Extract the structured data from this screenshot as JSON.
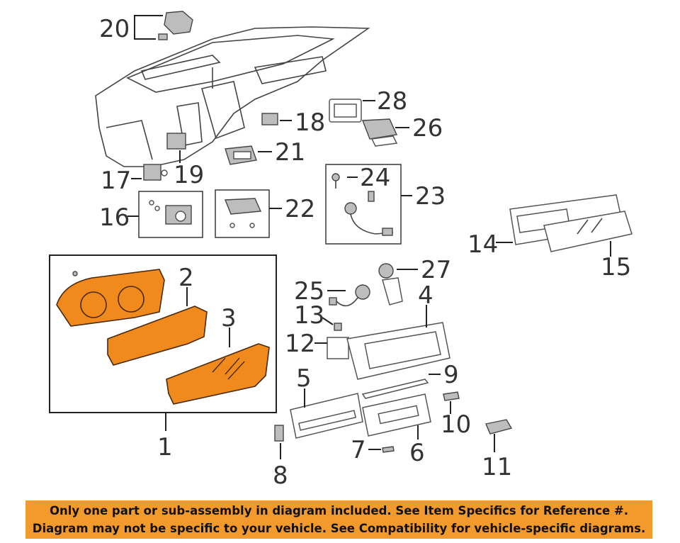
{
  "callouts": {
    "c1": "1",
    "c2": "2",
    "c3": "3",
    "c4": "4",
    "c5": "5",
    "c6": "6",
    "c7": "7",
    "c8": "8",
    "c9": "9",
    "c10": "10",
    "c11": "11",
    "c12": "12",
    "c13": "13",
    "c14": "14",
    "c15": "15",
    "c16": "16",
    "c17": "17",
    "c18": "18",
    "c19": "19",
    "c20": "20",
    "c21": "21",
    "c22": "22",
    "c23": "23",
    "c24": "24",
    "c25": "25",
    "c26": "26",
    "c27": "27",
    "c28": "28"
  },
  "colors": {
    "highlight": "#f08a1c",
    "banner": "#f39a2d",
    "banner_text": "#111111"
  },
  "notice": {
    "line1": "Only one part or sub-assembly in diagram included. See Item Specifics for Reference #.",
    "line2": "Diagram may not be specific to your vehicle. See Compatibility for vehicle-specific diagrams."
  }
}
